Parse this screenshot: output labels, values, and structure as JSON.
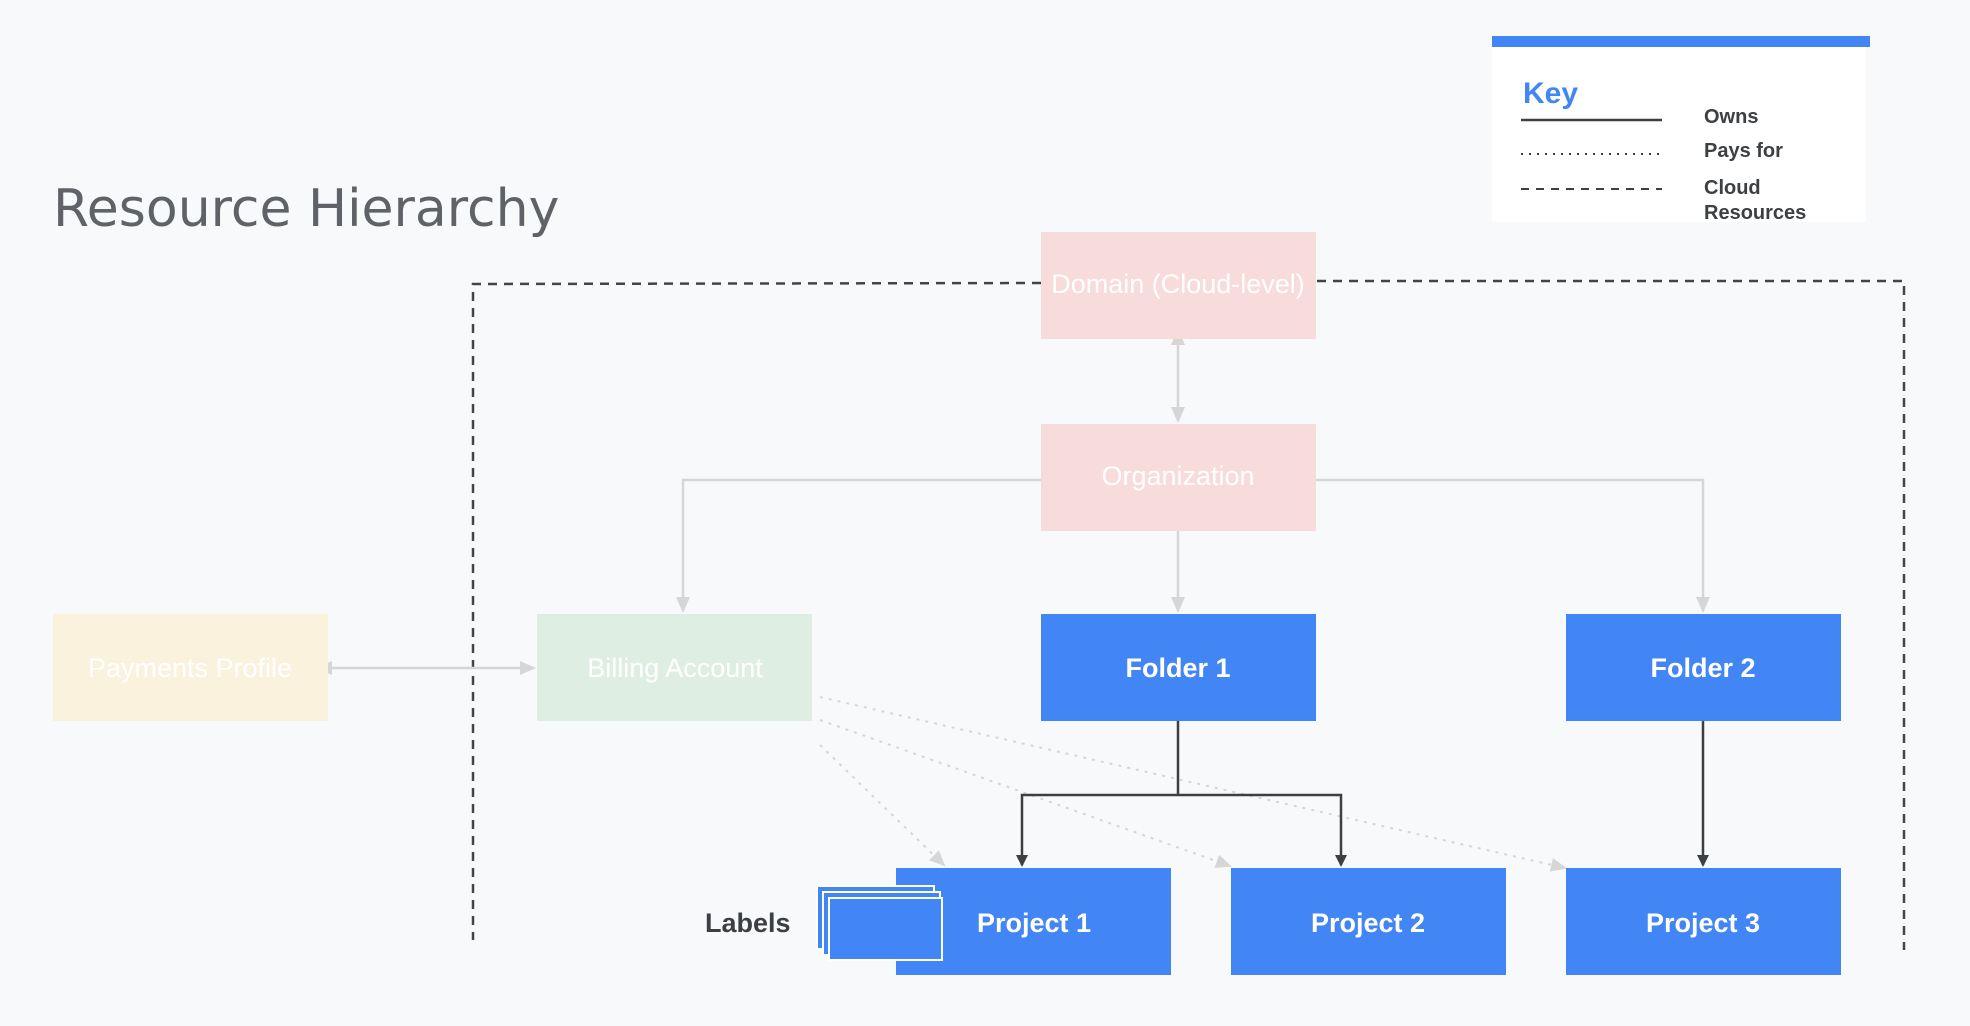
{
  "title": "Resource Hierarchy",
  "colors": {
    "background": "#f8f9fa",
    "blue": "#4285f4",
    "pink": "#f8dbdb",
    "green": "#dfeee2",
    "yellow": "#fbf2dd",
    "dark_line": "#3c4043",
    "light_line": "#d6d6d6",
    "dashed_line": "#444444"
  },
  "key": {
    "title": "Key",
    "owns": "Owns",
    "pays_for": "Pays for",
    "cloud": "Cloud",
    "resources": "Resources"
  },
  "nodes": {
    "domain": "Domain (Cloud-level)",
    "organization": "Organization",
    "payments_profile": "Payments Profile",
    "billing_account": "Billing Account",
    "folder1": "Folder 1",
    "folder2": "Folder 2",
    "project1": "Project 1",
    "project2": "Project 2",
    "project3": "Project 3"
  },
  "labels": "Labels"
}
